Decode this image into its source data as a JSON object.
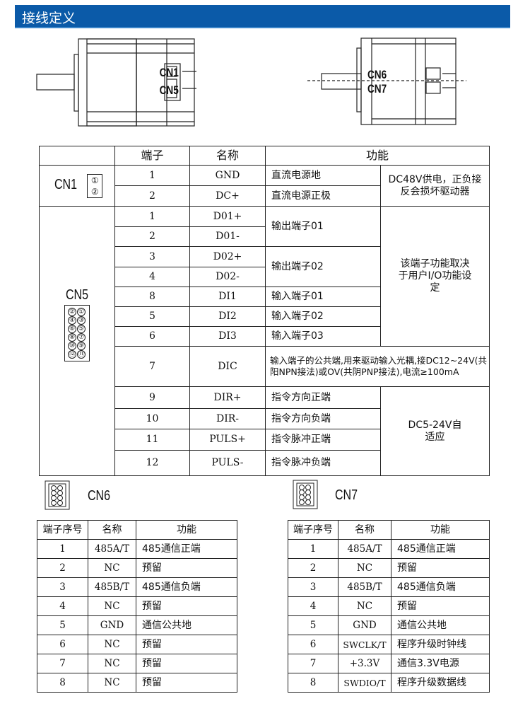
{
  "title": "接线定义",
  "drawing": {
    "left_labels": [
      "CN1",
      "CN5"
    ],
    "right_labels": [
      "CN6",
      "CN7"
    ]
  },
  "main": {
    "headers": [
      "",
      "端子",
      "名称",
      "功能"
    ],
    "cn1": {
      "label": "CN1",
      "pins": [
        "①",
        "②"
      ],
      "note": "DC48V供电，正负接反会损坏驱动器",
      "rows": [
        {
          "num": "1",
          "name": "GND",
          "func": "直流电源地"
        },
        {
          "num": "2",
          "name": "DC+",
          "func": "直流电源正极"
        }
      ]
    },
    "cn5": {
      "label": "CN5",
      "pins": [
        "②",
        "①",
        "④",
        "③",
        "⑥",
        "⑤",
        "⑧",
        "⑦",
        "⑩",
        "⑨",
        "⑫",
        "⑪"
      ],
      "note_io": "该端子功能取决于用户I/O功能设定",
      "note_dc": "DC5-24V自适应",
      "rows": [
        {
          "num": "1",
          "name": "D01+",
          "func": "输出端子01"
        },
        {
          "num": "2",
          "name": "D01-"
        },
        {
          "num": "3",
          "name": "D02+",
          "func": "输出端子02"
        },
        {
          "num": "4",
          "name": "D02-"
        },
        {
          "num": "8",
          "name": "DI1",
          "func": "输入端子01"
        },
        {
          "num": "5",
          "name": "DI2",
          "func": "输入端子02"
        },
        {
          "num": "6",
          "name": "DI3",
          "func": "输入端子03"
        },
        {
          "num": "7",
          "name": "DIC",
          "func": "输入端子的公共端,用来驱动输入光耦,接DC12~24V(共阳NPN接法)或OV(共阴PNP接法),电流≥100mA"
        },
        {
          "num": "9",
          "name": "DIR+",
          "func": "指令方向正端"
        },
        {
          "num": "10",
          "name": "DIR-",
          "func": "指令方向负端"
        },
        {
          "num": "11",
          "name": "PULS+",
          "func": "指令脉冲正端"
        },
        {
          "num": "12",
          "name": "PULS-",
          "func": "指令脉冲负端"
        }
      ]
    }
  },
  "cn6": {
    "label": "CN6",
    "headers": [
      "端子序号",
      "名称",
      "功能"
    ],
    "rows": [
      [
        "1",
        "485A/T",
        "485通信正端"
      ],
      [
        "2",
        "NC",
        "预留"
      ],
      [
        "3",
        "485B/T",
        "485通信负端"
      ],
      [
        "4",
        "NC",
        "预留"
      ],
      [
        "5",
        "GND",
        "通信公共地"
      ],
      [
        "6",
        "NC",
        "预留"
      ],
      [
        "7",
        "NC",
        "预留"
      ],
      [
        "8",
        "NC",
        "预留"
      ]
    ]
  },
  "cn7": {
    "label": "CN7",
    "headers": [
      "端子序号",
      "名称",
      "功能"
    ],
    "rows": [
      [
        "1",
        "485A/T",
        "485通信正端"
      ],
      [
        "2",
        "NC",
        "预留"
      ],
      [
        "3",
        "485B/T",
        "485通信负端"
      ],
      [
        "4",
        "NC",
        "预留"
      ],
      [
        "5",
        "GND",
        "通信公共地"
      ],
      [
        "6",
        "SWCLK/T",
        "程序升级时钟线"
      ],
      [
        "7",
        "+3.3V",
        "通信3.3V电源"
      ],
      [
        "8",
        "SWDIO/T",
        "程序升级数据线"
      ]
    ]
  }
}
